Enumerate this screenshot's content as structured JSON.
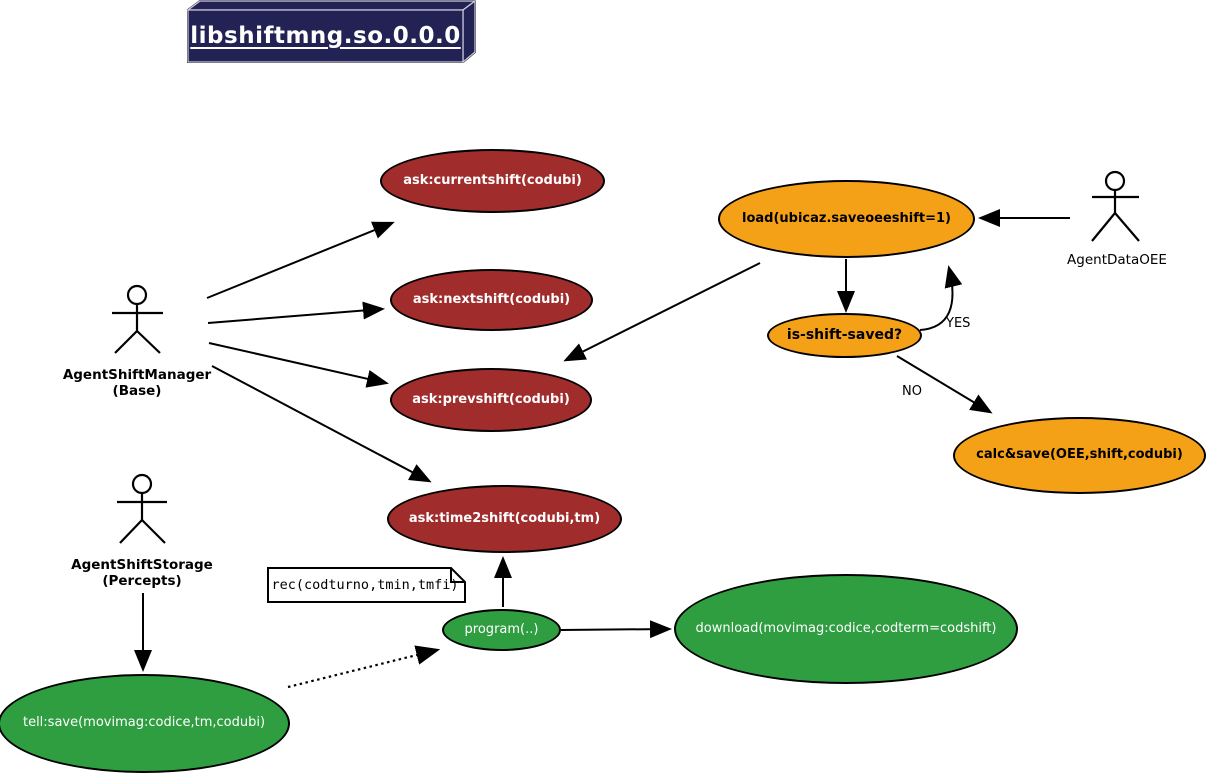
{
  "package": {
    "title": "libshiftmng.so.0.0.0"
  },
  "colors": {
    "package_fill": "#222255",
    "ask_fill": "#a02c2c",
    "oee_fill": "#f5a118",
    "green_fill": "#2f9e41",
    "stroke": "#000000"
  },
  "actors": {
    "manager": {
      "name": "AgentShiftManager",
      "sub": "(Base)"
    },
    "storage": {
      "name": "AgentShiftStorage",
      "sub": "(Percepts)"
    },
    "dataoee": {
      "name": "AgentDataOEE"
    }
  },
  "usecases": {
    "currentshift": {
      "label": "ask:currentshift(codubi)"
    },
    "nextshift": {
      "label": "ask:nextshift(codubi)"
    },
    "prevshift": {
      "label": "ask:prevshift(codubi)"
    },
    "time2shift": {
      "label": "ask:time2shift(codubi,tm)"
    },
    "load": {
      "label": "load(ubicaz.saveoeeshift=1)"
    },
    "isshiftsaved": {
      "label": "is-shift-saved?"
    },
    "calcsave": {
      "label": "calc&save(OEE,shift,codubi)"
    },
    "program": {
      "label": "program(..)"
    },
    "download": {
      "label": "download(movimag:codice,codterm=codshift)"
    },
    "tellsave": {
      "label": "tell:save(movimag:codice,tm,codubi)"
    }
  },
  "note": {
    "text": "rec(codturno,tmin,tmfi)"
  },
  "edge_labels": {
    "yes": "YES",
    "no": "NO"
  }
}
